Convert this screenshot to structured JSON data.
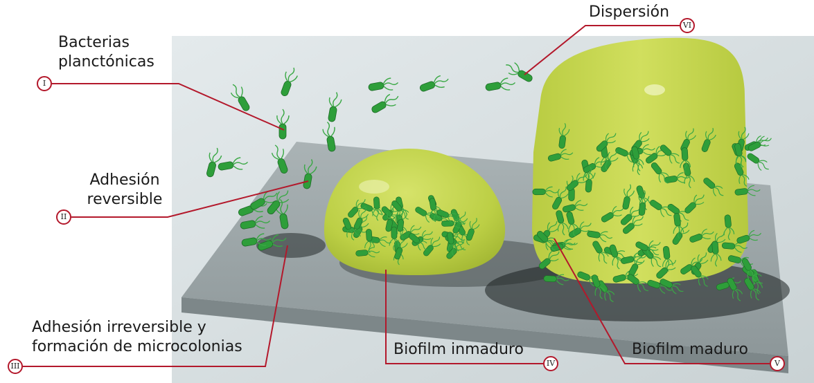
{
  "stages": [
    {
      "id": "planktonic",
      "roman": "I",
      "lines": [
        "Bacterias",
        "planctónicas"
      ]
    },
    {
      "id": "reversible",
      "roman": "II",
      "lines": [
        "Adhesión",
        "reversible"
      ]
    },
    {
      "id": "irreversible",
      "roman": "III",
      "lines": [
        "Adhesión irreversible y",
        "formación de microcolonias"
      ]
    },
    {
      "id": "immature",
      "roman": "IV",
      "lines": [
        "Biofilm inmaduro"
      ]
    },
    {
      "id": "mature",
      "roman": "V",
      "lines": [
        "Biofilm maduro"
      ]
    },
    {
      "id": "dispersion",
      "roman": "VI",
      "lines": [
        "Dispersión"
      ]
    }
  ],
  "colors": {
    "leader_line": "#b3182b",
    "bacteria": "#2e9e3a",
    "biofilm_matrix": "#c5d64b",
    "surface": "#a3acae",
    "background_scene": "#d7dfe1"
  }
}
